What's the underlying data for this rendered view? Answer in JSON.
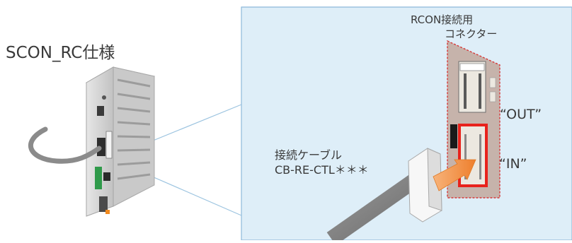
{
  "device": {
    "title": "SCON_RC仕様"
  },
  "connector": {
    "label_line1": "RCON接続用",
    "label_line2": "コネクター"
  },
  "cable": {
    "label_line1": "接続ケーブル",
    "label_line2": "CB-RE-CTL＊＊＊"
  },
  "ports": {
    "out_label": "“OUT”",
    "in_label": "“IN”"
  },
  "colors": {
    "zoom_panel": "#deeef8",
    "zoom_border": "#8db9d9",
    "highlight": "#e8221c",
    "arrow": "#f18c3c",
    "cable": "#878787"
  }
}
